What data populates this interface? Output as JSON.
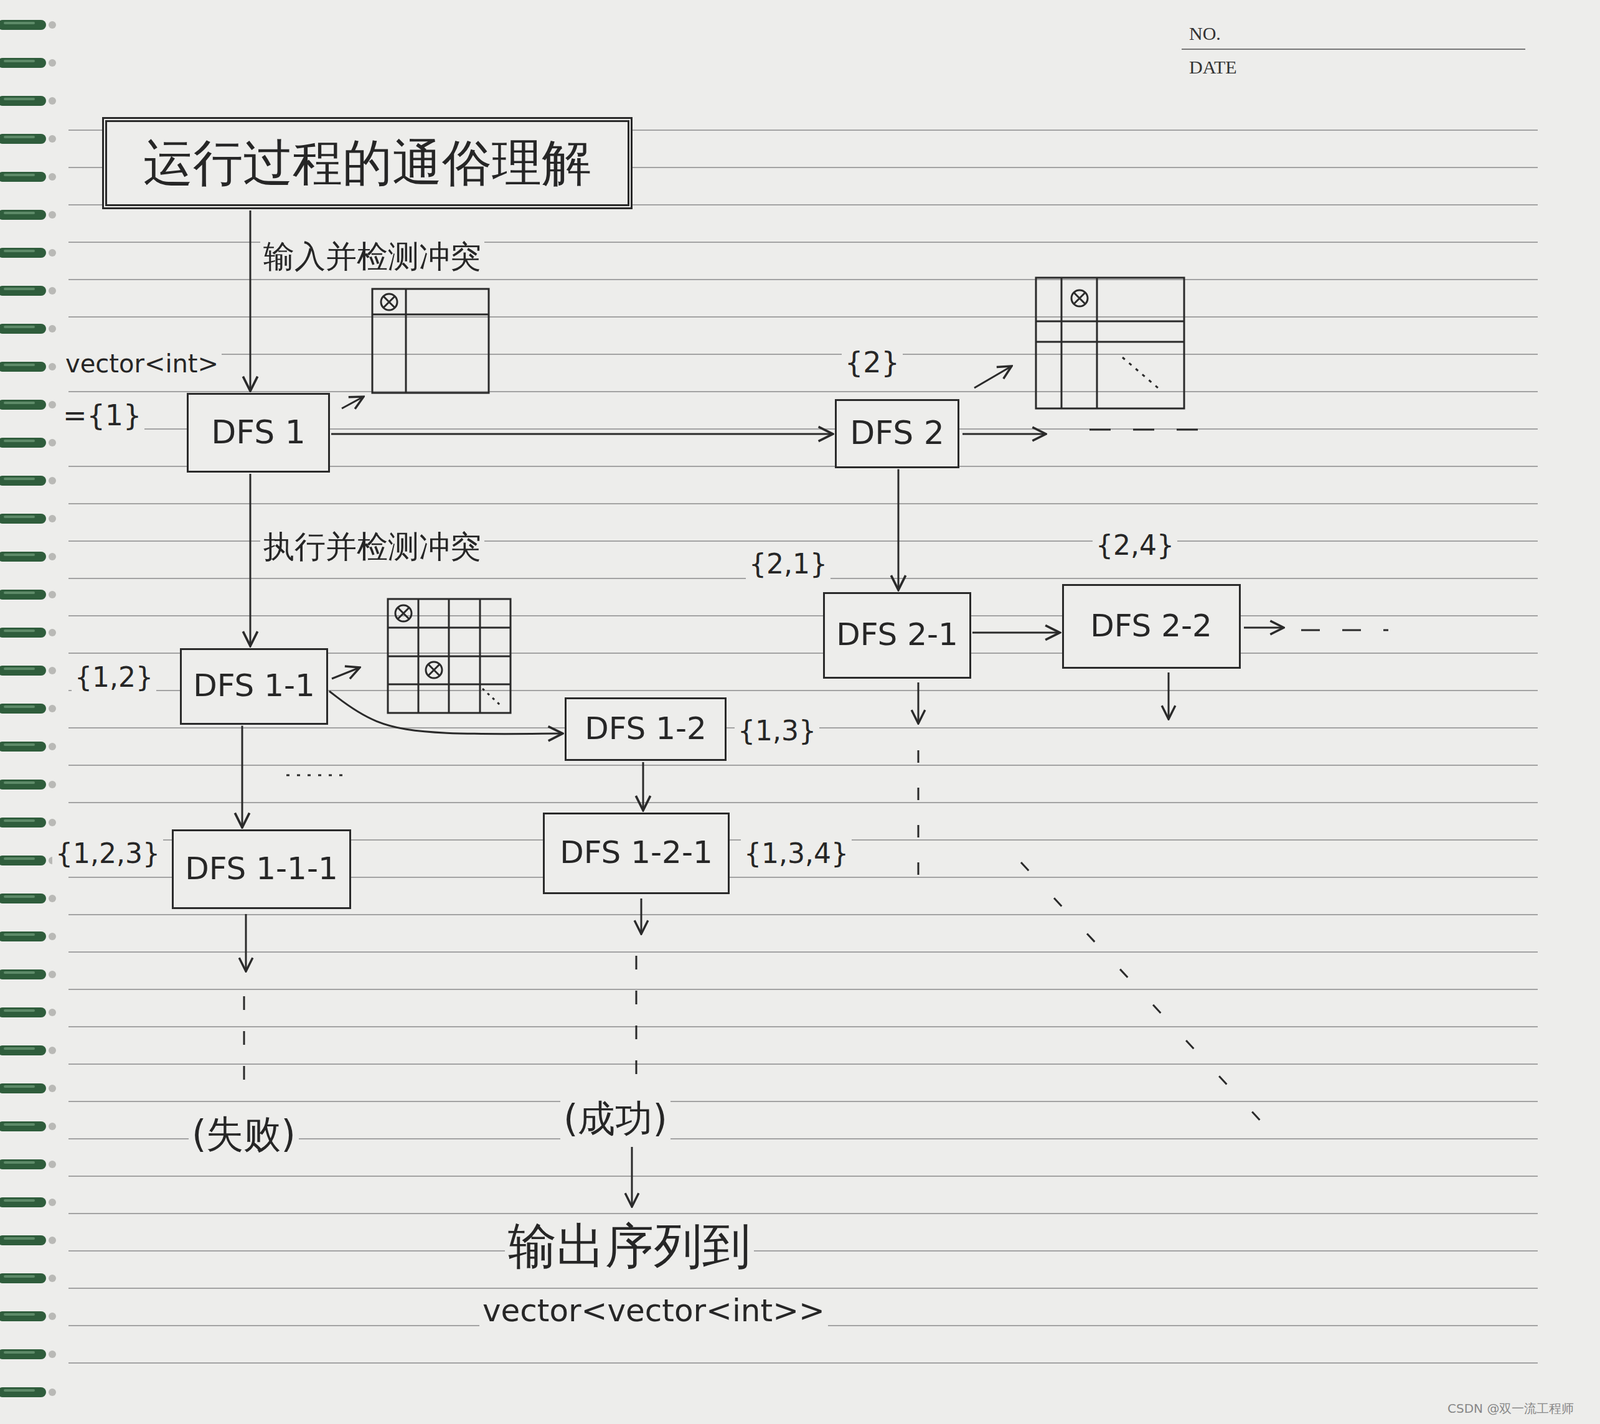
{
  "diagram": {
    "nodes": [
      {
        "text": [
          "运行过程的通俗理解"
        ]
      },
      {
        "text": [
          "DFS 1"
        ]
      },
      {
        "text": [
          "DFS 2"
        ]
      },
      {
        "text": [
          "DFS 1-1"
        ]
      },
      {
        "text": [
          "DFS 1-2"
        ]
      },
      {
        "text": [
          "DFS 2-1"
        ]
      },
      {
        "text": [
          "DFS 2-2"
        ]
      },
      {
        "text": [
          "DFS 1-1-1"
        ]
      },
      {
        "text": [
          "DFS 1-2-1"
        ]
      }
    ],
    "edges": [
      {
        "from": 0,
        "to": 1,
        "arrow": "to",
        "label": "输入并检测冲突"
      },
      {
        "from": 1,
        "to": 2,
        "arrow": "to"
      },
      {
        "from": 1,
        "to": 3,
        "arrow": "to",
        "label": "执行并检测冲突"
      },
      {
        "from": 3,
        "to": 4,
        "arrow": "to"
      },
      {
        "from": 3,
        "to": 7,
        "arrow": "to"
      },
      {
        "from": 4,
        "to": 8,
        "arrow": "to"
      },
      {
        "from": 2,
        "to": 5,
        "arrow": "to"
      },
      {
        "from": 5,
        "to": 6,
        "arrow": "to"
      }
    ],
    "labels": [
      "NO.",
      "DATE",
      "vector<int>",
      "={1}",
      "{2}",
      "{1,2}",
      "{2,1}",
      "{2,4}",
      "{1,3}",
      "{1,2,3}",
      "{1,3,4}",
      "(失败)",
      "(成功)",
      "输出序列到",
      "vector<vector<int>>",
      "CSDN @双一流工程师"
    ]
  }
}
